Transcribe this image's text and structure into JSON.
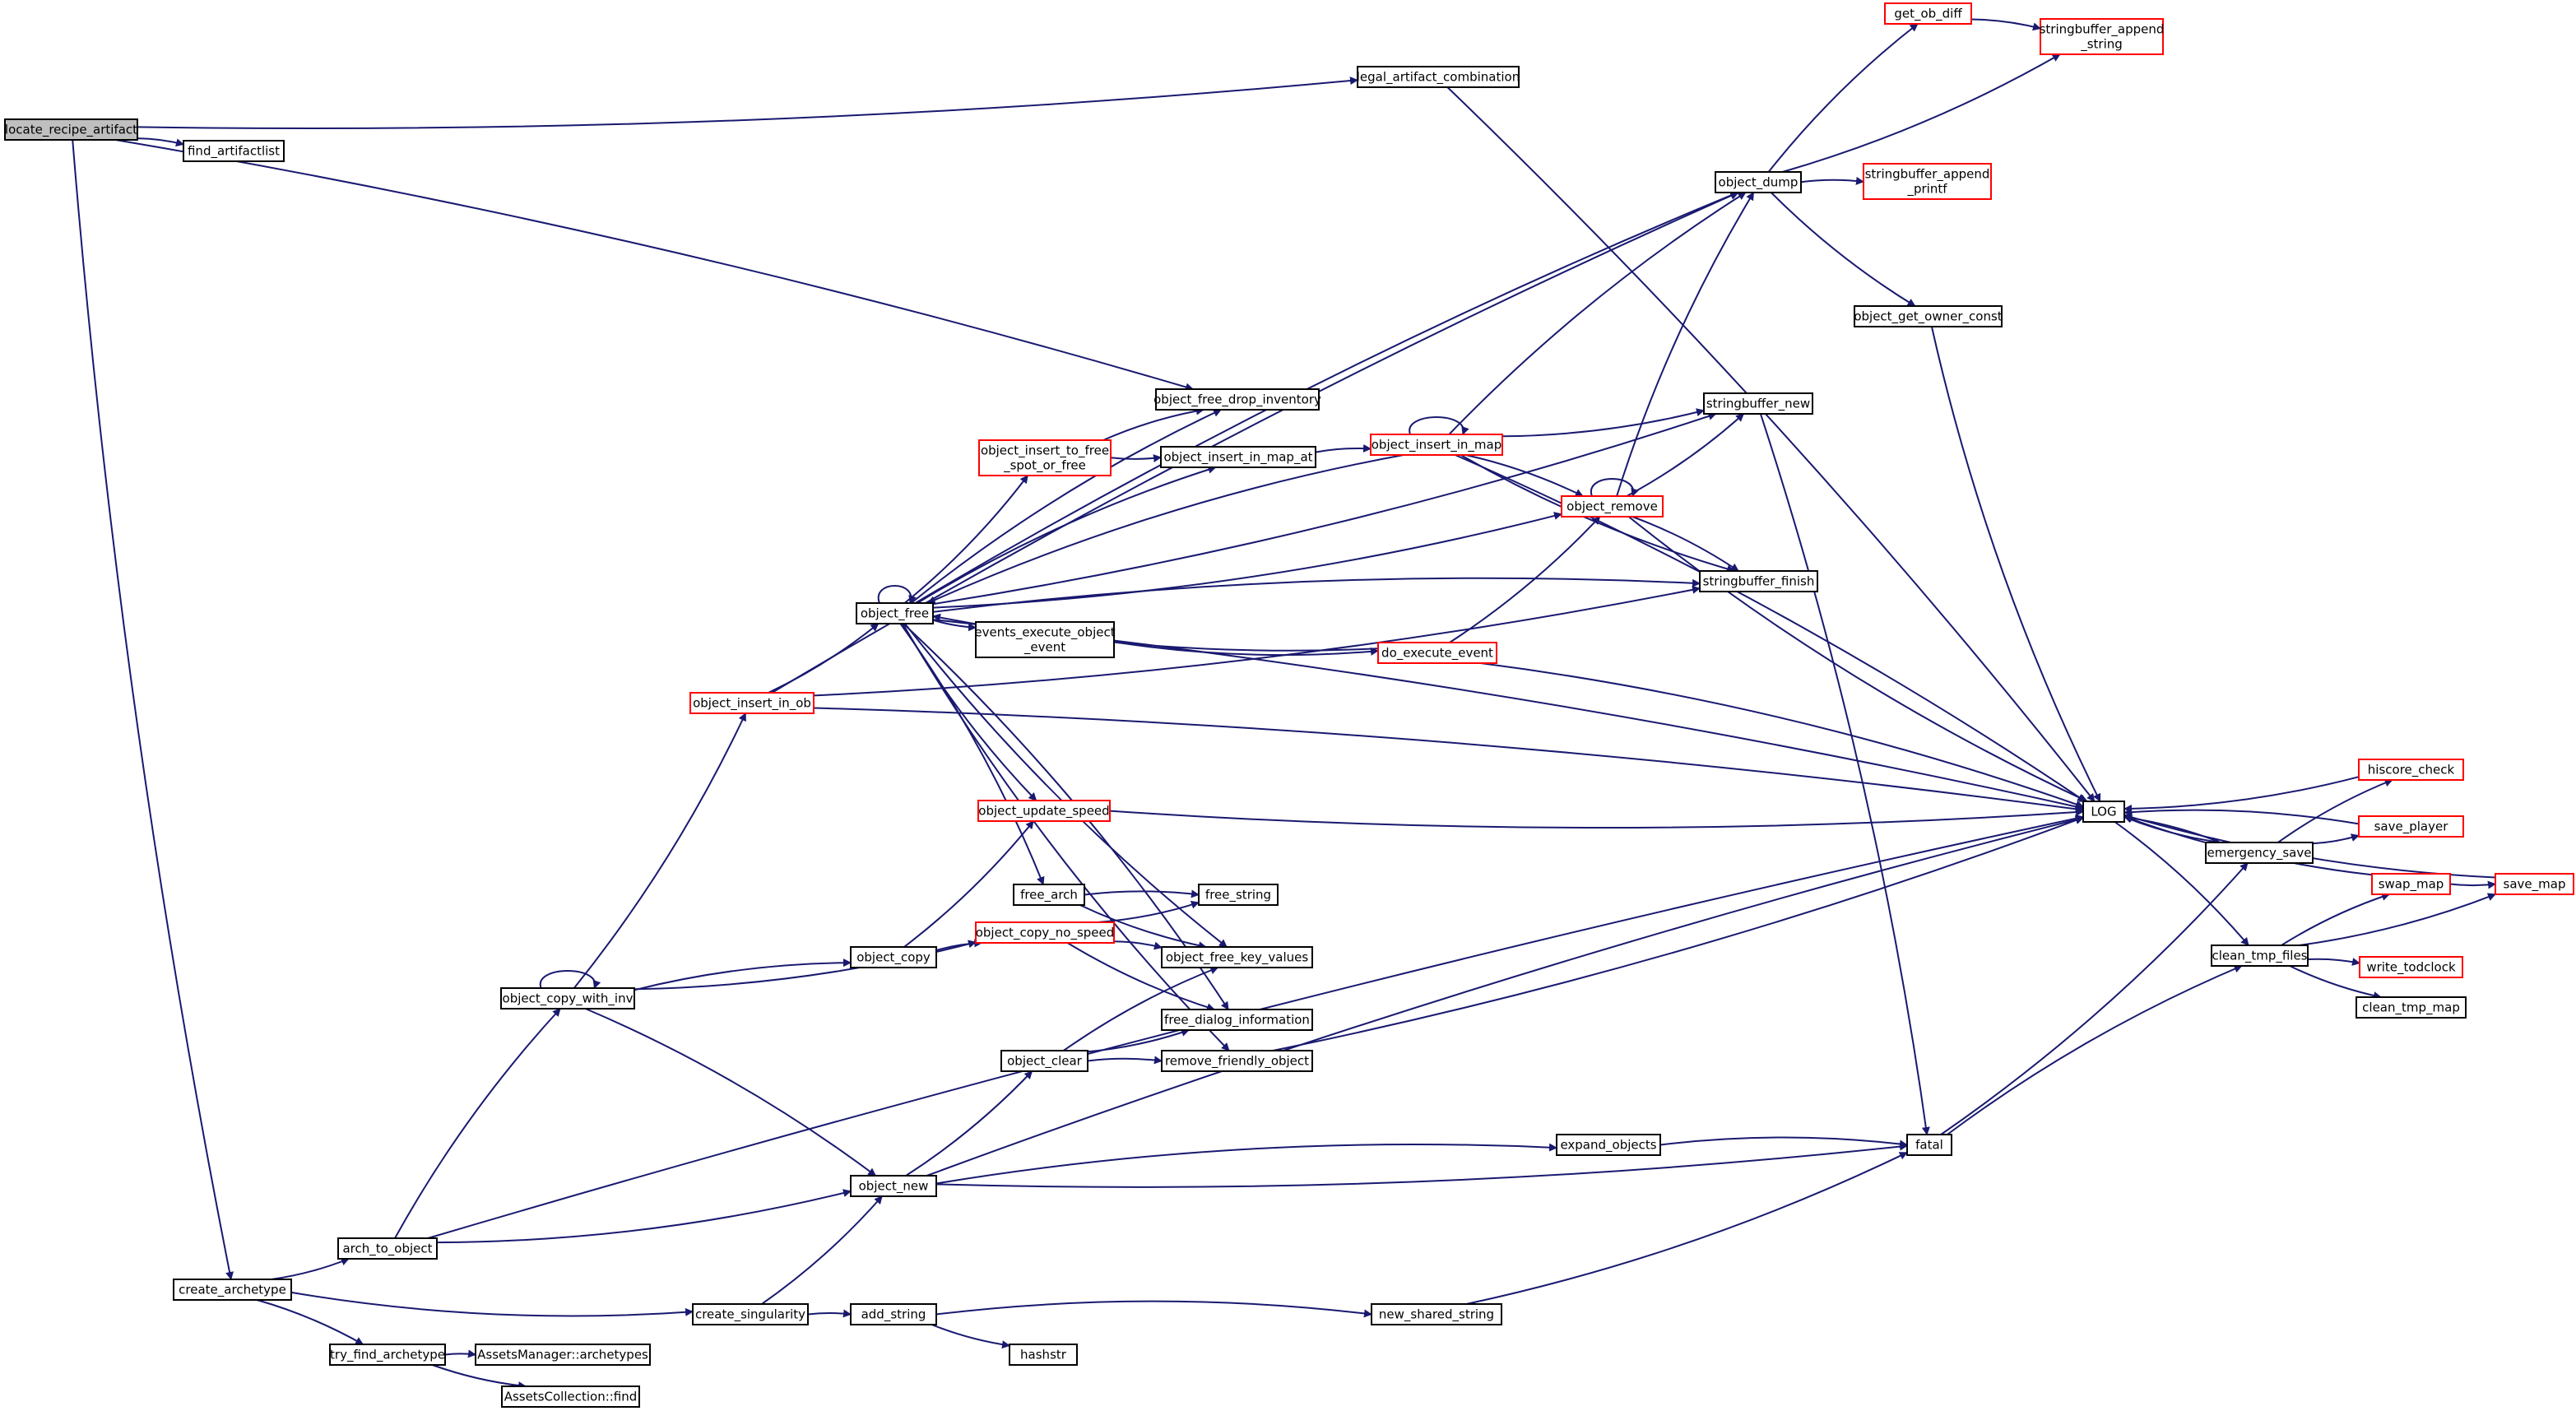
{
  "colors": {
    "edge": "#191970",
    "node_border": "#000000",
    "node_border_truncated": "#ff0000",
    "node_fill": "#ffffff",
    "root_fill": "#bfbfbf",
    "text": "#000000"
  },
  "nodes": [
    {
      "id": "locate_recipe_artifact",
      "lines": [
        "locate_recipe_artifact"
      ],
      "style": "root"
    },
    {
      "id": "find_artifactlist",
      "lines": [
        "find_artifactlist"
      ],
      "style": "normal"
    },
    {
      "id": "legal_artifact_combination",
      "lines": [
        "legal_artifact_combination"
      ],
      "style": "normal"
    },
    {
      "id": "create_archetype",
      "lines": [
        "create_archetype"
      ],
      "style": "normal"
    },
    {
      "id": "arch_to_object",
      "lines": [
        "arch_to_object"
      ],
      "style": "normal"
    },
    {
      "id": "try_find_archetype",
      "lines": [
        "try_find_archetype"
      ],
      "style": "normal"
    },
    {
      "id": "AssetsManager_archetypes",
      "lines": [
        "AssetsManager::archetypes"
      ],
      "style": "normal"
    },
    {
      "id": "AssetsCollection_find",
      "lines": [
        "AssetsCollection::find"
      ],
      "style": "normal"
    },
    {
      "id": "create_singularity",
      "lines": [
        "create_singularity"
      ],
      "style": "normal"
    },
    {
      "id": "add_string",
      "lines": [
        "add_string"
      ],
      "style": "normal"
    },
    {
      "id": "hashstr",
      "lines": [
        "hashstr"
      ],
      "style": "normal"
    },
    {
      "id": "new_shared_string",
      "lines": [
        "new_shared_string"
      ],
      "style": "normal"
    },
    {
      "id": "object_copy_with_inv",
      "lines": [
        "object_copy_with_inv"
      ],
      "style": "normal"
    },
    {
      "id": "object_insert_in_ob",
      "lines": [
        "object_insert_in_ob"
      ],
      "style": "truncated"
    },
    {
      "id": "object_new",
      "lines": [
        "object_new"
      ],
      "style": "normal"
    },
    {
      "id": "object_copy",
      "lines": [
        "object_copy"
      ],
      "style": "normal"
    },
    {
      "id": "object_copy_no_speed",
      "lines": [
        "object_copy_no_speed"
      ],
      "style": "truncated"
    },
    {
      "id": "object_free",
      "lines": [
        "object_free"
      ],
      "style": "normal"
    },
    {
      "id": "object_clear",
      "lines": [
        "object_clear"
      ],
      "style": "normal"
    },
    {
      "id": "object_insert_to_free_spot_or_free",
      "lines": [
        "object_insert_to_free",
        "_spot_or_free"
      ],
      "style": "truncated"
    },
    {
      "id": "object_free_drop_inventory",
      "lines": [
        "object_free_drop_inventory"
      ],
      "style": "normal"
    },
    {
      "id": "object_insert_in_map_at",
      "lines": [
        "object_insert_in_map_at"
      ],
      "style": "normal"
    },
    {
      "id": "events_execute_object_event",
      "lines": [
        "events_execute_object",
        "_event"
      ],
      "style": "normal"
    },
    {
      "id": "object_update_speed",
      "lines": [
        "object_update_speed"
      ],
      "style": "truncated"
    },
    {
      "id": "free_arch",
      "lines": [
        "free_arch"
      ],
      "style": "normal"
    },
    {
      "id": "free_string",
      "lines": [
        "free_string"
      ],
      "style": "normal"
    },
    {
      "id": "object_free_key_values",
      "lines": [
        "object_free_key_values"
      ],
      "style": "normal"
    },
    {
      "id": "free_dialog_information",
      "lines": [
        "free_dialog_information"
      ],
      "style": "normal"
    },
    {
      "id": "remove_friendly_object",
      "lines": [
        "remove_friendly_object"
      ],
      "style": "normal"
    },
    {
      "id": "expand_objects",
      "lines": [
        "expand_objects"
      ],
      "style": "normal"
    },
    {
      "id": "object_insert_in_map",
      "lines": [
        "object_insert_in_map"
      ],
      "style": "truncated"
    },
    {
      "id": "do_execute_event",
      "lines": [
        "do_execute_event"
      ],
      "style": "truncated"
    },
    {
      "id": "object_remove",
      "lines": [
        "object_remove"
      ],
      "style": "truncated"
    },
    {
      "id": "object_dump",
      "lines": [
        "object_dump"
      ],
      "style": "normal"
    },
    {
      "id": "get_ob_diff",
      "lines": [
        "get_ob_diff"
      ],
      "style": "truncated"
    },
    {
      "id": "stringbuffer_append_string",
      "lines": [
        "stringbuffer_append",
        "_string"
      ],
      "style": "truncated"
    },
    {
      "id": "stringbuffer_append_printf",
      "lines": [
        "stringbuffer_append",
        "_printf"
      ],
      "style": "truncated"
    },
    {
      "id": "object_get_owner_const",
      "lines": [
        "object_get_owner_const"
      ],
      "style": "normal"
    },
    {
      "id": "stringbuffer_new",
      "lines": [
        "stringbuffer_new"
      ],
      "style": "normal"
    },
    {
      "id": "stringbuffer_finish",
      "lines": [
        "stringbuffer_finish"
      ],
      "style": "normal"
    },
    {
      "id": "fatal",
      "lines": [
        "fatal"
      ],
      "style": "normal"
    },
    {
      "id": "LOG",
      "lines": [
        "LOG"
      ],
      "style": "normal"
    },
    {
      "id": "emergency_save",
      "lines": [
        "emergency_save"
      ],
      "style": "normal"
    },
    {
      "id": "clean_tmp_files",
      "lines": [
        "clean_tmp_files"
      ],
      "style": "normal"
    },
    {
      "id": "hiscore_check",
      "lines": [
        "hiscore_check"
      ],
      "style": "truncated"
    },
    {
      "id": "save_player",
      "lines": [
        "save_player"
      ],
      "style": "truncated"
    },
    {
      "id": "swap_map",
      "lines": [
        "swap_map"
      ],
      "style": "truncated"
    },
    {
      "id": "save_map",
      "lines": [
        "save_map"
      ],
      "style": "truncated"
    },
    {
      "id": "write_todclock",
      "lines": [
        "write_todclock"
      ],
      "style": "truncated"
    },
    {
      "id": "clean_tmp_map",
      "lines": [
        "clean_tmp_map"
      ],
      "style": "normal"
    }
  ],
  "edges": [
    [
      "locate_recipe_artifact",
      "find_artifactlist"
    ],
    [
      "locate_recipe_artifact",
      "legal_artifact_combination"
    ],
    [
      "locate_recipe_artifact",
      "object_free_drop_inventory"
    ],
    [
      "locate_recipe_artifact",
      "create_archetype"
    ],
    [
      "legal_artifact_combination",
      "LOG"
    ],
    [
      "create_archetype",
      "arch_to_object"
    ],
    [
      "create_archetype",
      "try_find_archetype"
    ],
    [
      "create_archetype",
      "create_singularity"
    ],
    [
      "try_find_archetype",
      "AssetsManager_archetypes"
    ],
    [
      "try_find_archetype",
      "AssetsCollection_find"
    ],
    [
      "arch_to_object",
      "object_copy_with_inv"
    ],
    [
      "arch_to_object",
      "object_new"
    ],
    [
      "arch_to_object",
      "LOG"
    ],
    [
      "create_singularity",
      "object_new"
    ],
    [
      "create_singularity",
      "add_string"
    ],
    [
      "add_string",
      "hashstr"
    ],
    [
      "add_string",
      "new_shared_string"
    ],
    [
      "new_shared_string",
      "fatal"
    ],
    [
      "object_copy_with_inv",
      "object_copy_with_inv"
    ],
    [
      "object_copy_with_inv",
      "object_insert_in_ob"
    ],
    [
      "object_copy_with_inv",
      "object_copy"
    ],
    [
      "object_copy_with_inv",
      "object_copy_no_speed"
    ],
    [
      "object_copy_with_inv",
      "object_new"
    ],
    [
      "object_insert_in_ob",
      "object_free"
    ],
    [
      "object_insert_in_ob",
      "object_dump"
    ],
    [
      "object_insert_in_ob",
      "stringbuffer_finish"
    ],
    [
      "object_insert_in_ob",
      "LOG"
    ],
    [
      "object_new",
      "object_clear"
    ],
    [
      "object_new",
      "expand_objects"
    ],
    [
      "object_new",
      "fatal"
    ],
    [
      "object_new",
      "LOG"
    ],
    [
      "object_copy",
      "object_update_speed"
    ],
    [
      "object_copy",
      "object_copy_no_speed"
    ],
    [
      "object_copy_no_speed",
      "free_string"
    ],
    [
      "object_copy_no_speed",
      "object_free_key_values"
    ],
    [
      "object_copy_no_speed",
      "free_dialog_information"
    ],
    [
      "object_clear",
      "object_free_key_values"
    ],
    [
      "object_clear",
      "free_dialog_information"
    ],
    [
      "object_clear",
      "remove_friendly_object"
    ],
    [
      "remove_friendly_object",
      "LOG"
    ],
    [
      "expand_objects",
      "fatal"
    ],
    [
      "object_free",
      "object_free"
    ],
    [
      "object_free",
      "object_dump"
    ],
    [
      "object_free",
      "stringbuffer_new"
    ],
    [
      "object_free",
      "object_free_drop_inventory"
    ],
    [
      "object_free",
      "object_insert_to_free_spot_or_free"
    ],
    [
      "object_free",
      "object_insert_in_map_at"
    ],
    [
      "object_free",
      "object_remove"
    ],
    [
      "object_free",
      "stringbuffer_finish"
    ],
    [
      "object_free",
      "events_execute_object_event"
    ],
    [
      "object_free",
      "LOG"
    ],
    [
      "object_free",
      "object_update_speed"
    ],
    [
      "object_free",
      "free_arch"
    ],
    [
      "object_free",
      "object_free_key_values"
    ],
    [
      "object_free",
      "free_dialog_information"
    ],
    [
      "object_free",
      "remove_friendly_object"
    ],
    [
      "object_insert_to_free_spot_or_free",
      "object_free_drop_inventory"
    ],
    [
      "object_insert_to_free_spot_or_free",
      "object_insert_in_map_at"
    ],
    [
      "object_insert_in_map_at",
      "object_insert_in_map"
    ],
    [
      "events_execute_object_event",
      "do_execute_event"
    ],
    [
      "do_execute_event",
      "object_free"
    ],
    [
      "do_execute_event",
      "object_remove"
    ],
    [
      "do_execute_event",
      "LOG"
    ],
    [
      "object_update_speed",
      "LOG"
    ],
    [
      "free_arch",
      "free_string"
    ],
    [
      "free_arch",
      "object_free_key_values"
    ],
    [
      "object_insert_in_map",
      "object_insert_in_map"
    ],
    [
      "object_insert_in_map",
      "object_free"
    ],
    [
      "object_insert_in_map",
      "object_dump"
    ],
    [
      "object_insert_in_map",
      "stringbuffer_new"
    ],
    [
      "object_insert_in_map",
      "object_remove"
    ],
    [
      "object_insert_in_map",
      "stringbuffer_finish"
    ],
    [
      "object_insert_in_map",
      "LOG"
    ],
    [
      "object_remove",
      "object_remove"
    ],
    [
      "object_remove",
      "object_dump"
    ],
    [
      "object_remove",
      "stringbuffer_new"
    ],
    [
      "object_remove",
      "stringbuffer_finish"
    ],
    [
      "object_remove",
      "LOG"
    ],
    [
      "object_dump",
      "get_ob_diff"
    ],
    [
      "object_dump",
      "stringbuffer_append_string"
    ],
    [
      "object_dump",
      "stringbuffer_append_printf"
    ],
    [
      "object_dump",
      "object_get_owner_const"
    ],
    [
      "get_ob_diff",
      "stringbuffer_append_string"
    ],
    [
      "object_get_owner_const",
      "LOG"
    ],
    [
      "stringbuffer_new",
      "fatal"
    ],
    [
      "fatal",
      "emergency_save"
    ],
    [
      "fatal",
      "clean_tmp_files"
    ],
    [
      "LOG",
      "emergency_save"
    ],
    [
      "LOG",
      "clean_tmp_files"
    ],
    [
      "emergency_save",
      "LOG"
    ],
    [
      "emergency_save",
      "hiscore_check"
    ],
    [
      "emergency_save",
      "save_player"
    ],
    [
      "hiscore_check",
      "LOG"
    ],
    [
      "save_player",
      "LOG"
    ],
    [
      "clean_tmp_files",
      "swap_map"
    ],
    [
      "clean_tmp_files",
      "save_map"
    ],
    [
      "clean_tmp_files",
      "write_todclock"
    ],
    [
      "clean_tmp_files",
      "clean_tmp_map"
    ],
    [
      "swap_map",
      "LOG"
    ],
    [
      "swap_map",
      "save_map"
    ],
    [
      "save_map",
      "LOG"
    ]
  ]
}
